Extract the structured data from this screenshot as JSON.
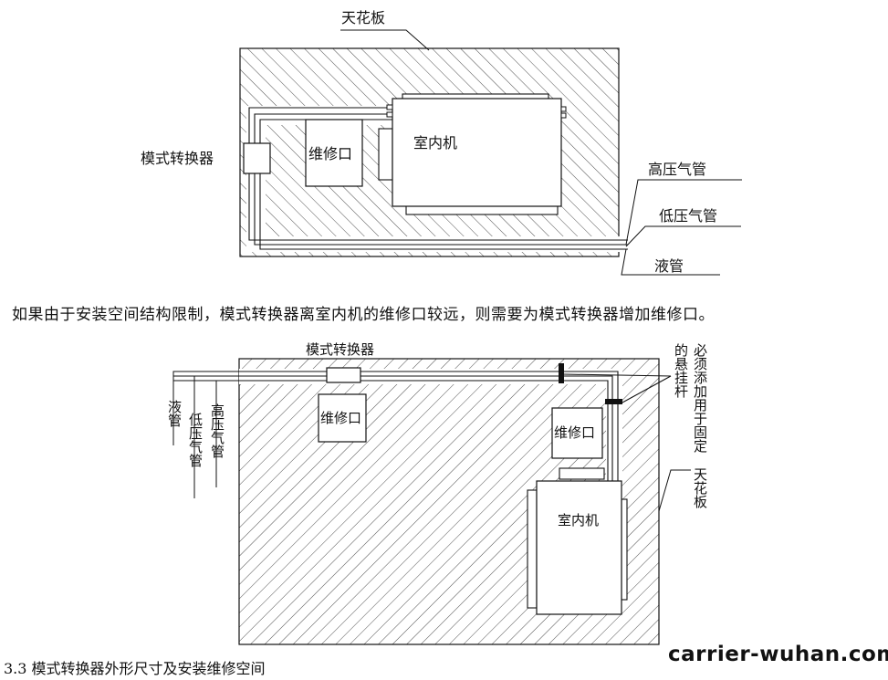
{
  "diagram_top": {
    "ceiling_label": "天花板",
    "mode_converter_label": "模式转换器",
    "service_port_label": "维修口",
    "indoor_unit_label": "室内机",
    "high_pressure_gas_label": "高压气管",
    "low_pressure_gas_label": "低压气管",
    "liquid_pipe_label": "液管"
  },
  "paragraph": "如果由于安装空间结构限制，模式转换器离室内机的维修口较远，则需要为模式转换器增加维修口。",
  "diagram_bottom": {
    "mode_converter_label": "模式转换器",
    "service_port_left_label": "维修口",
    "service_port_right_label": "维修口",
    "indoor_unit_label": "室内机",
    "liquid_pipe_label": "液管",
    "low_pressure_gas_label": "低压气管",
    "high_pressure_gas_label": "高压气管",
    "hanger_note_label": "必须添加用于固定的悬挂杆",
    "ceiling_label": "天花板"
  },
  "section_title": "3.3 模式转换器外形尺寸及安装维修空间",
  "watermark": "carrier-wuhan.com"
}
